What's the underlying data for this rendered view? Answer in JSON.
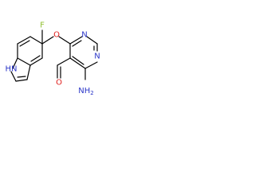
{
  "structure": {
    "atoms": {
      "fluorine": "F",
      "ether_oxygen": "O",
      "pyrimidine_n_top": "N",
      "pyrimidine_n_right": "N",
      "indole_nh": "HN",
      "aldehyde_oxygen": "O",
      "amine": "NH2",
      "amine_main": "NH",
      "amine_sub": "2"
    },
    "colors": {
      "bond": "#000000",
      "fluorine": "#90c030",
      "oxygen": "#e0201e",
      "nitrogen": "#2a35c8",
      "background": "#ffffff"
    }
  }
}
